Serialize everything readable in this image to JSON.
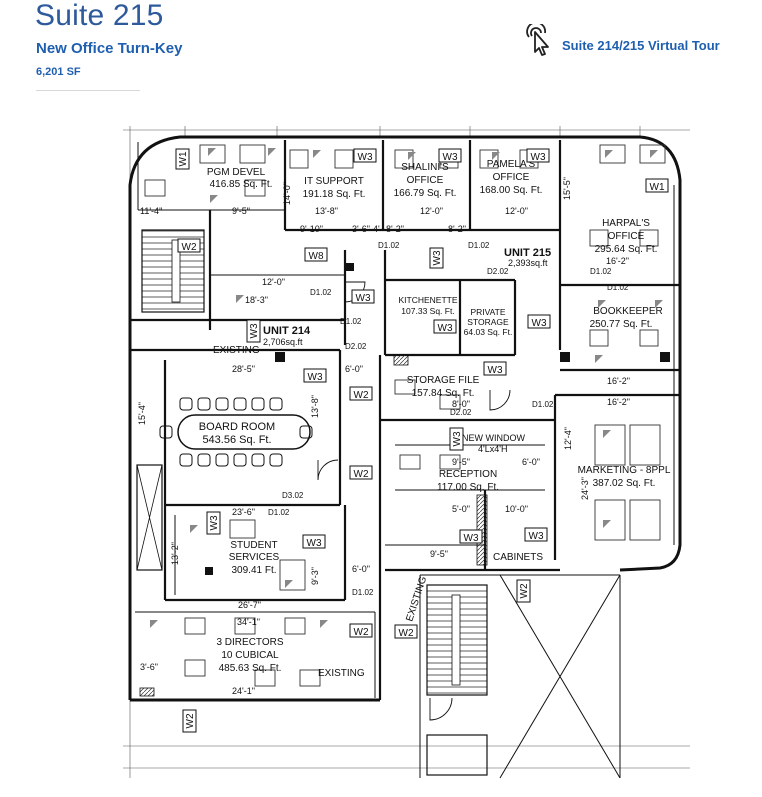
{
  "header": {
    "title": "Suite 215",
    "subtitle": "New Office Turn-Key",
    "area": "6,201 SF",
    "tour_link": "Suite 214/215  Virtual Tour",
    "tour_icon": "pointer-click-icon",
    "accent_color": "#1f5fb0"
  },
  "plan": {
    "units": [
      {
        "name": "UNIT 214",
        "area": "2,706sq.ft"
      },
      {
        "name": "UNIT 215",
        "area": "2,393sq.ft"
      }
    ],
    "rooms": [
      {
        "name": "PGM DEVEL",
        "area": "416.85 Sq. Ft."
      },
      {
        "name": "IT SUPPORT",
        "area": "191.18 Sq. Ft."
      },
      {
        "name": "SHALINI'S",
        "name2": "OFFICE",
        "area": "166.79 Sq. Ft."
      },
      {
        "name": "PAMELA'S",
        "name2": "OFFICE",
        "area": "168.00 Sq. Ft."
      },
      {
        "name": "HARPAL'S",
        "name2": "OFFICE",
        "area": "295.64 Sq. Ft."
      },
      {
        "name": "KITCHENETTE",
        "area": "107.33 Sq. Ft."
      },
      {
        "name": "PRIVATE",
        "name2": "STORAGE",
        "area": "64.03 Sq. Ft."
      },
      {
        "name": "BOOKKEEPER",
        "area": "250.77 Sq. Ft."
      },
      {
        "name": "BOARD ROOM",
        "area": "543.56 Sq. Ft."
      },
      {
        "name": "STORAGE FILE",
        "area": "157.84 Sq. Ft."
      },
      {
        "name": "RECEPTION",
        "area": "117.00 Sq. Ft."
      },
      {
        "name": "MARKETING - 8PPL",
        "area": "387.02 Sq. Ft."
      },
      {
        "name": "STUDENT",
        "name2": "SERVICES",
        "area": "309.41 Ft."
      },
      {
        "name": "3 DIRECTORS",
        "name2": "10 CUBICAL",
        "area": "485.63 Sq. Ft."
      },
      {
        "name": "CABINETS"
      }
    ],
    "labels": {
      "new_window": "NEW WINDOW",
      "new_window_size": "4'Lx4'H",
      "existing": "EXISTING"
    },
    "tags": {
      "w1": "W1",
      "w2": "W2",
      "w3": "W3",
      "w8": "W8"
    },
    "dims": {
      "d1": "11'-4\"",
      "d2": "9'-5\"",
      "d3": "13'-8\"",
      "d4": "14'-0\"",
      "d5": "9'-10\"",
      "d6": "3'-6\"",
      "d7": "4'",
      "d8": "8'-2\"",
      "d9": "12'-0\"",
      "d10": "8'-2\"",
      "d11": "12'-0\"",
      "d12": "15'-5\"",
      "d13": "16'-2\"",
      "d14": "12'-0\"",
      "d15": "18'-3\"",
      "d16": "28'-5\"",
      "d17": "6'-0\"",
      "d18": "15'-4\"",
      "d19": "13'-8\"",
      "d20": "8'-0\"",
      "d21": "9'-5\"",
      "d22": "6'-0\"",
      "d23": "5'-0\"",
      "d24": "10'-0\"",
      "d25": "23'-6\"",
      "d26": "13'-2\"",
      "d27": "9'-3\"",
      "d28": "26'-7\"",
      "d29": "34'-1\"",
      "d30": "3'-6\"",
      "d31": "24'-1\"",
      "d32": "16'-2\"",
      "d33": "24'-3\"",
      "d34": "6'-0\"",
      "d35": "16'-2\"",
      "d36": "12'-4\"",
      "d37": "9'-5\""
    },
    "codes": {
      "c1": "D1.02",
      "c2": "D1.02",
      "c3": "D2.02",
      "c4": "D1.02",
      "c5": "D2.02",
      "c6": "D1.02",
      "c7": "D1.02",
      "c8": "D2.02",
      "c9": "D1.02",
      "c10": "D3.02",
      "c11": "D1.02",
      "c12": "D1.02",
      "c13": "D1.02"
    }
  }
}
